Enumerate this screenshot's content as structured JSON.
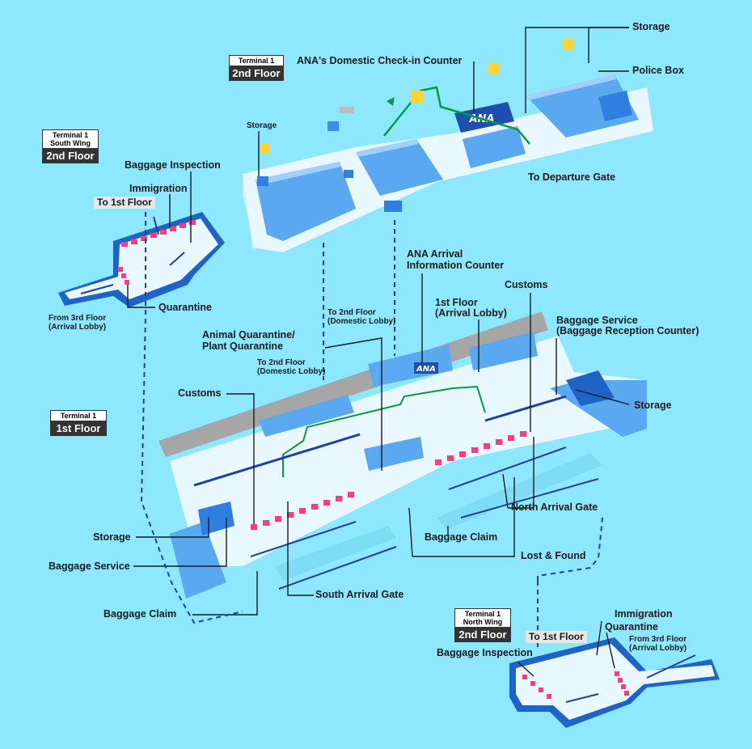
{
  "colors": {
    "background": "#8de8ff",
    "floor": "#e9f8ff",
    "room": "#5aa8f0",
    "room_dark": "#1e64c8",
    "checkpoint": "#ff3b7a",
    "route": "#0a9a3c",
    "path_line": "#1e3fa8",
    "wall": "#9a9a9a"
  },
  "floor_boxes": {
    "t1_2f": {
      "terminal": "Terminal 1",
      "floor": "2nd Floor"
    },
    "south_2f": {
      "terminal": "Terminal 1\nSouth Wing",
      "floor": "2nd Floor"
    },
    "t1_1f": {
      "terminal": "Terminal 1",
      "floor": "1st Floor"
    },
    "north_2f": {
      "terminal": "Terminal 1\nNorth Wing",
      "floor": "2nd Floor"
    }
  },
  "labels": {
    "storage_top_right": "Storage",
    "police_box": "Police Box",
    "ana_checkin": "ANA's Domestic Check-in Counter",
    "storage_top_left": "Storage",
    "to_departure_gate": "To Departure Gate",
    "baggage_inspection_south": "Baggage Inspection",
    "immigration_south": "Immigration",
    "to_1st_floor_south": "To 1st Floor",
    "quarantine_south": "Quarantine",
    "from_3rd_south": "From 3rd Floor\n(Arrival Lobby)",
    "ana_arrival_info": "ANA Arrival\nInformation Counter",
    "to_2nd_floor_right": "To 2nd Floor\n(Domestic Lobby)",
    "to_2nd_floor_left": "To 2nd Floor\n(Domestic Lobby)",
    "first_floor_arrival": "1st Floor\n(Arrival Lobby)",
    "customs_right": "Customs",
    "baggage_service_reception": "Baggage Service\n(Baggage Reception Counter)",
    "animal_quarantine": "Animal Quarantine/\nPlant Quarantine",
    "storage_right": "Storage",
    "customs_left": "Customs",
    "north_arrival_gate": "North Arrival Gate",
    "storage_left": "Storage",
    "baggage_claim_mid": "Baggage Claim",
    "lost_found": "Lost & Found",
    "baggage_service_left": "Baggage Service",
    "south_arrival_gate": "South Arrival Gate",
    "baggage_claim_left": "Baggage Claim",
    "immigration_north": "Immigration",
    "to_1st_floor_north": "To 1st Floor",
    "quarantine_north": "Quarantine",
    "from_3rd_north": "From 3rd Floor\n(Arrival Lobby)",
    "baggage_inspection_north": "Baggage Inspection"
  },
  "logos": {
    "ana_top": "ANA",
    "ana_bottom": "ANA"
  }
}
